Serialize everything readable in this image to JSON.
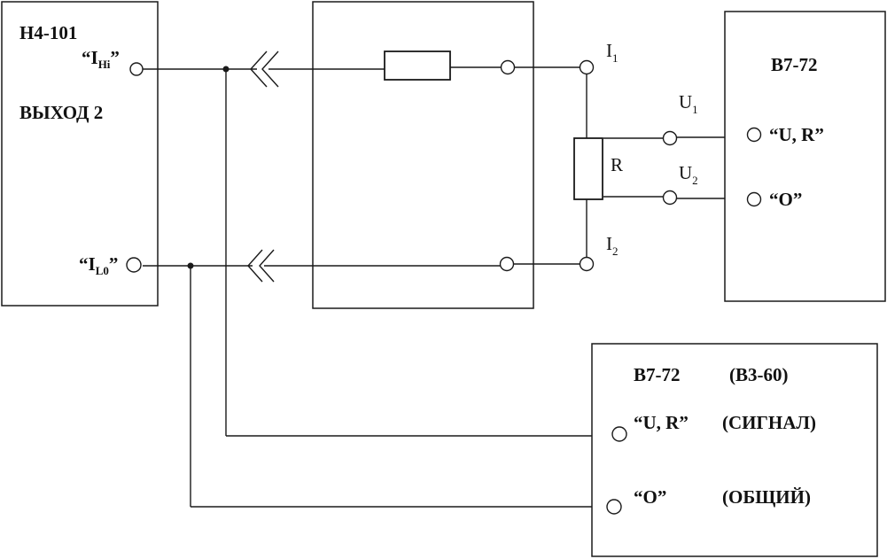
{
  "device_left": {
    "name": "Н4-101",
    "output": "ВЫХОД 2",
    "term_hi": {
      "open": "“",
      "base": "I",
      "sub": "Hi",
      "close": "”"
    },
    "term_lo": {
      "open": "“",
      "base": "I",
      "sub": "L0",
      "close": "”"
    }
  },
  "middle": {
    "resistor_label": "R",
    "i1": {
      "base": "I",
      "sub": "1"
    },
    "i2": {
      "base": "I",
      "sub": "2"
    },
    "u1": {
      "base": "U",
      "sub": "1"
    },
    "u2": {
      "base": "U",
      "sub": "2"
    }
  },
  "device_right_top": {
    "name": "В7-72",
    "term_ur": "“U, R”",
    "term_o": "“О”"
  },
  "device_right_bottom": {
    "name": "В7-72",
    "alt_name": "(В3-60)",
    "term_ur": "“U, R”",
    "term_ur_note": "(СИГНАЛ)",
    "term_o": "“О”",
    "term_o_note": "(ОБЩИЙ)"
  }
}
